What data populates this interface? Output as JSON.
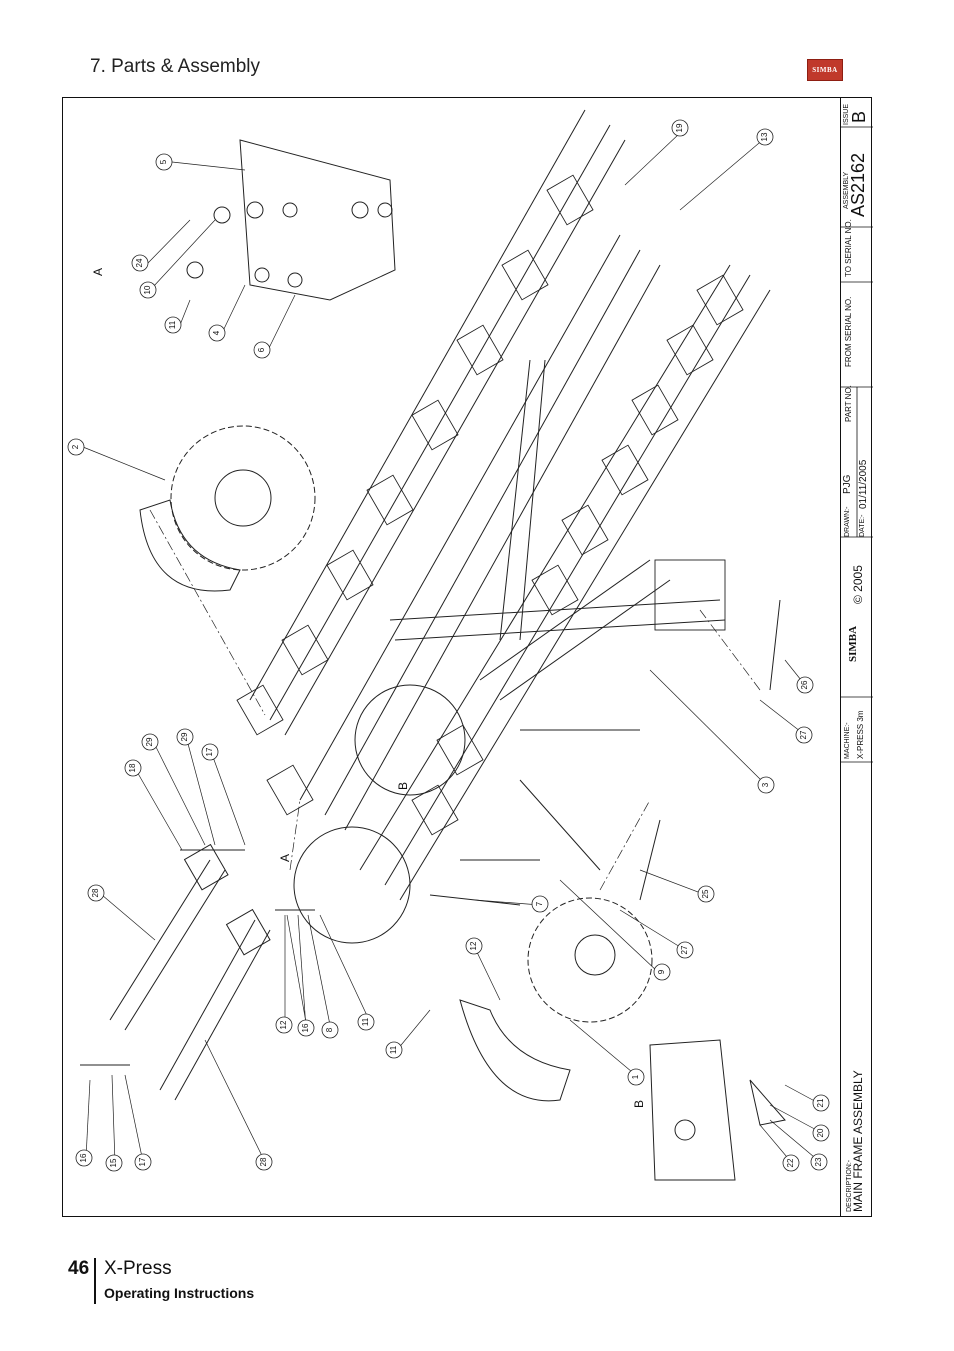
{
  "header": {
    "section_title": "7. Parts & Assembly",
    "logo_text": "SIMBA"
  },
  "title_block": {
    "description_label": "DESCRIPTION:-",
    "description": "MAIN FRAME ASSEMBLY",
    "machine_label": "MACHINE:-",
    "machine": "X-PRESS 3m",
    "logo_text": "SIMBA",
    "copyright": "© 2005",
    "drawn_label": "DRAWN:-",
    "drawn": "PJG",
    "date_label": "DATE:-",
    "date": "01/11/2005",
    "part_no_label": "PART NO.",
    "from_serial_label": "FROM SERIAL NO.",
    "to_serial_label": "TO SERIAL NO.",
    "assembly_label": "ASSEMBLY",
    "assembly": "AS2162",
    "issue_label": "ISSUE",
    "issue": "B"
  },
  "detail_labels": {
    "a_upper": "A",
    "a_lower": "A",
    "b_middle": "B",
    "b_lower": "B"
  },
  "callouts": [
    "5",
    "24",
    "10",
    "11",
    "4",
    "6",
    "2",
    "19",
    "13",
    "18",
    "29",
    "29",
    "17",
    "28",
    "12",
    "16",
    "8",
    "11",
    "7",
    "9",
    "27",
    "25",
    "12",
    "11",
    "1",
    "16",
    "15",
    "17",
    "28",
    "21",
    "20",
    "22",
    "23",
    "26",
    "27",
    "3"
  ],
  "footer": {
    "page_number": "46",
    "title": "X-Press",
    "subtitle": "Operating Instructions"
  }
}
